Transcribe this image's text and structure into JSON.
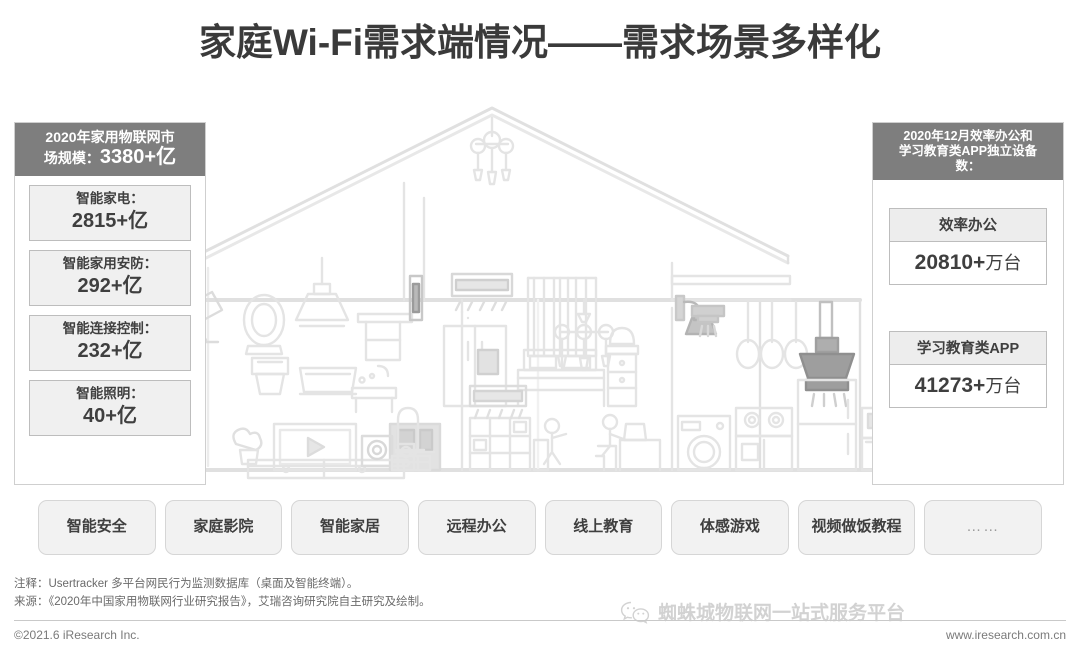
{
  "title": "家庭Wi-Fi需求端情况——需求场景多样化",
  "left_panel": {
    "head_line1": "2020年家用物联网市",
    "head_line2_prefix": "场规模：",
    "head_line2_value": "3380+亿",
    "cards": [
      {
        "label": "智能家电：",
        "value": "2815+亿"
      },
      {
        "label": "智能家用安防：",
        "value": "292+亿"
      },
      {
        "label": "智能连接控制：",
        "value": "232+亿"
      },
      {
        "label": "智能照明：",
        "value": "40+亿"
      }
    ]
  },
  "right_panel": {
    "head_line1": "2020年12月效率办公和",
    "head_line2": "学习教育类APP独立设备",
    "head_line3": "数：",
    "metrics": [
      {
        "label": "效率办公",
        "value": "20810+",
        "unit": "万台"
      },
      {
        "label": "学习教育类APP",
        "value": "41273+",
        "unit": "万台"
      }
    ]
  },
  "tags": [
    "智能安全",
    "家庭影院",
    "智能家居",
    "远程办公",
    "线上教育",
    "体感游戏",
    "视频做饭教程",
    "……"
  ],
  "notes": {
    "line1": "注释：Usertracker 多平台网民行为监测数据库（桌面及智能终端）。",
    "line2": "来源：《2020年中国家用物联网行业研究报告》，艾瑞咨询研究院自主研究及绘制。"
  },
  "footer": {
    "copyright": "©2021.6 iResearch Inc.",
    "site": "www.iresearch.com.cn"
  },
  "watermark": {
    "text": "蜘蛛城物联网一站式服务平台"
  },
  "colors": {
    "panel_head_gray": "#7e7e7e",
    "card_fill": "#f0f0f0",
    "card_border": "#bdbdbd",
    "tag_fill": "#f2f2f2",
    "text_dark": "#3f3f3f",
    "illustration_line": "#e3e3e3"
  },
  "illustration": {
    "name": "smart-home-cutaway",
    "rooms": [
      "bathroom",
      "bedroom",
      "balcony",
      "living-room",
      "study",
      "kitchen",
      "laundry"
    ],
    "appliances": [
      "pendant-lamp",
      "chandelier",
      "mirror",
      "toilet",
      "bathtub",
      "towel-rack",
      "water-heater",
      "air-conditioner",
      "refrigerator",
      "bed",
      "nightstand",
      "curtains",
      "wall-lamp",
      "tv",
      "sound-bar",
      "speaker",
      "game-console",
      "floor-lamp",
      "bookshelf",
      "easel",
      "desk",
      "washing-machine",
      "gas-stove",
      "range-hood",
      "microwave",
      "oven",
      "security-camera"
    ]
  }
}
